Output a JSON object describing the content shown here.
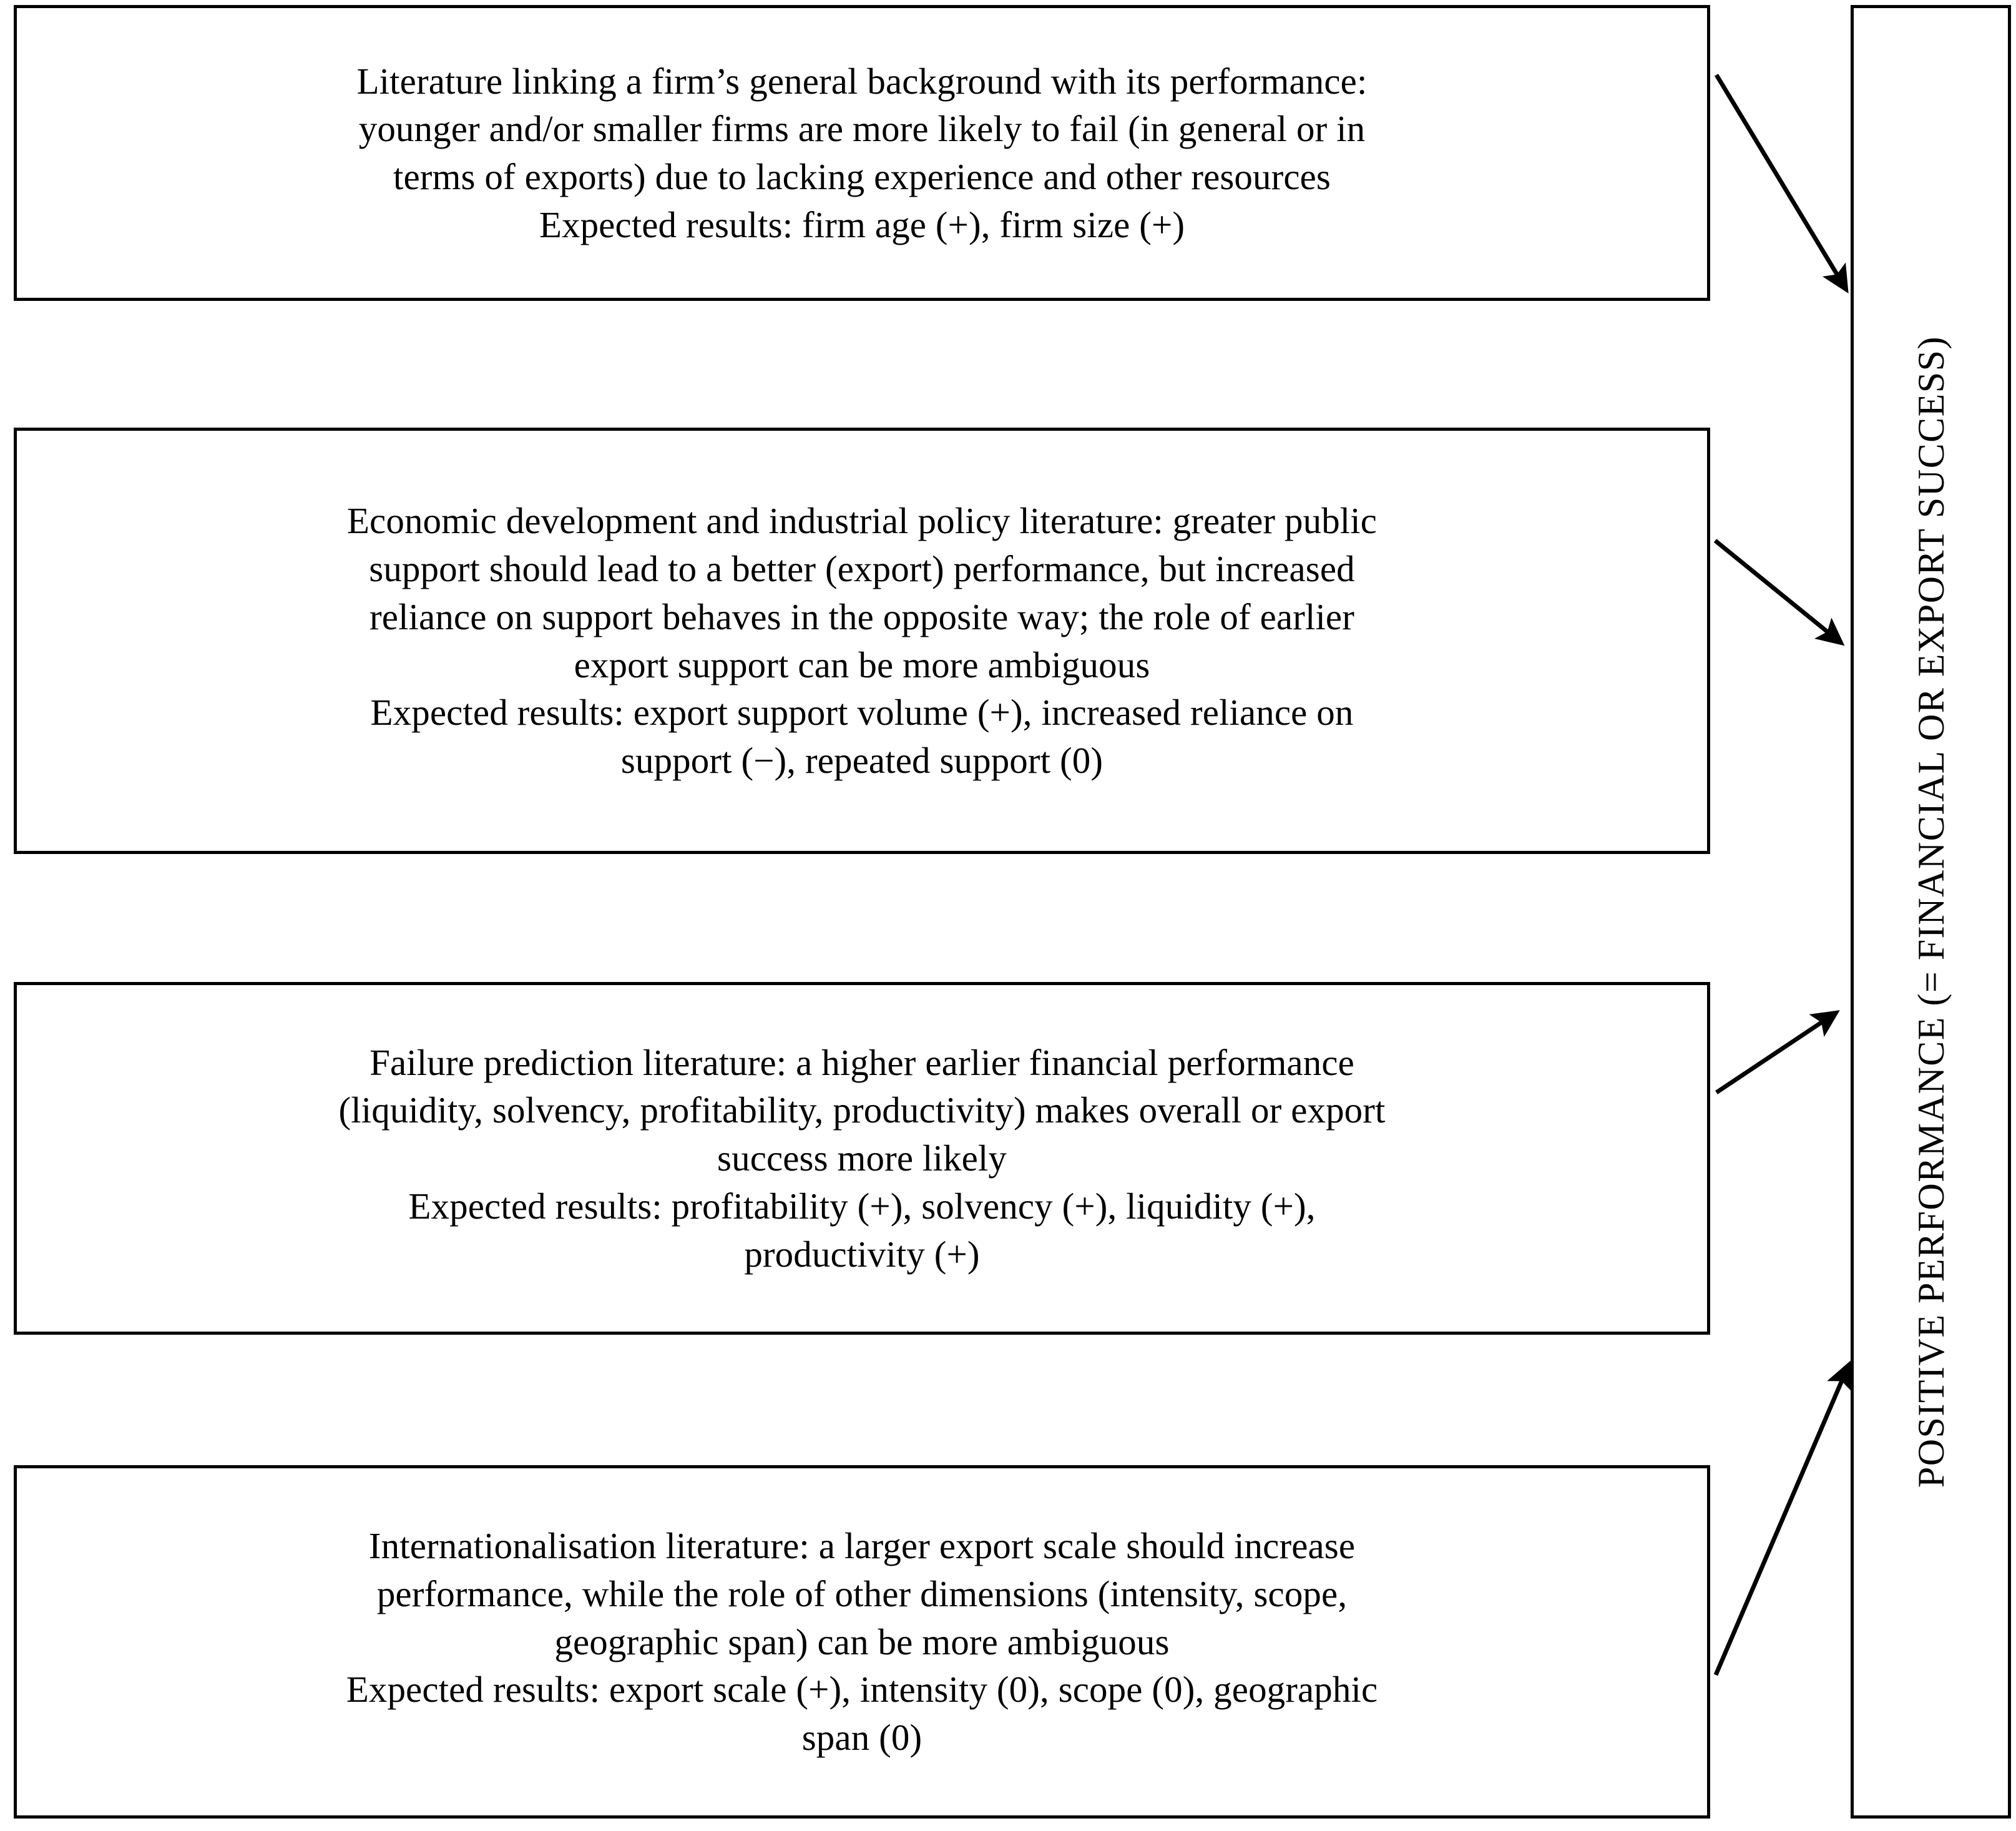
{
  "figure": {
    "type": "conceptual-framework-diagram",
    "orientation": "four antecedent literature boxes on the left, one outcome panel on the right, one arrow per box pointing at the outcome"
  },
  "boxes": [
    {
      "id": "firm-background",
      "lines": [
        "Literature linking a firm’s general background with its performance:",
        "younger and/or smaller firms are more likely to fail (in general or in",
        "terms of exports) due to lacking experience and other resources",
        "Expected results: firm age (+), firm size (+)"
      ]
    },
    {
      "id": "economic-development-industrial-policy",
      "lines": [
        "Economic development and industrial policy literature: greater public",
        "support should lead to a better (export) performance, but increased",
        "reliance on support behaves in the opposite way; the role of earlier",
        "export support can be more ambiguous",
        "Expected results: export support volume (+), increased reliance on",
        "support (−), repeated support (0)"
      ]
    },
    {
      "id": "failure-prediction",
      "lines": [
        "Failure prediction literature: a higher earlier financial performance",
        "(liquidity, solvency, profitability, productivity) makes overall or export",
        "success more likely",
        "Expected results: profitability (+), solvency (+), liquidity (+),",
        "productivity (+)"
      ]
    },
    {
      "id": "internationalisation",
      "lines": [
        "Internationalisation literature: a larger export scale should increase",
        "performance, while the role of other dimensions (intensity, scope,",
        "geographic span) can be more ambiguous",
        "Expected results: export scale (+), intensity (0), scope (0), geographic",
        "span (0)"
      ]
    }
  ],
  "outcome": {
    "label": "POSITIVE PERFORMANCE (= FINANCIAL OR EXPORT SUCCESS)"
  },
  "arrows": [
    {
      "id": "arrow-from-firm-background",
      "from": "box1",
      "to": "outcome",
      "direction": "down-right"
    },
    {
      "id": "arrow-from-economic-development",
      "from": "box2",
      "to": "outcome",
      "direction": "down-right"
    },
    {
      "id": "arrow-from-failure-prediction",
      "from": "box3",
      "to": "outcome",
      "direction": "up-right"
    },
    {
      "id": "arrow-from-internationalisation",
      "from": "box4",
      "to": "outcome",
      "direction": "up-right"
    }
  ],
  "colors": {
    "stroke": "#000000",
    "background": "#ffffff",
    "text": "#000000"
  }
}
